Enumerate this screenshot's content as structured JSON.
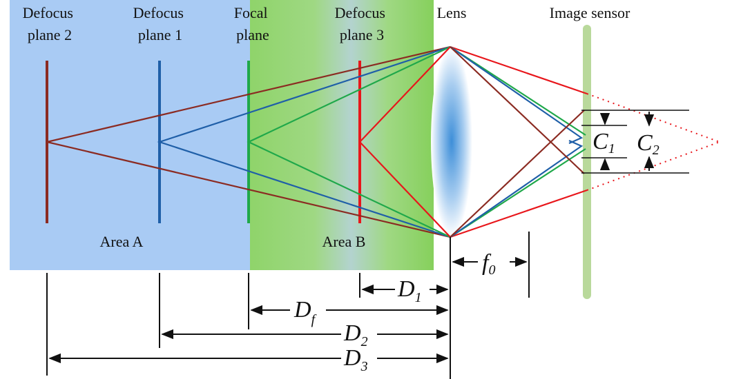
{
  "labels": {
    "defocus_plane_2": [
      "Defocus",
      "plane 2"
    ],
    "defocus_plane_1": [
      "Defocus",
      "plane 1"
    ],
    "focal_plane": [
      "Focal",
      "plane"
    ],
    "defocus_plane_3": [
      "Defocus",
      "plane 3"
    ],
    "lens": "Lens",
    "image_sensor": "Image sensor",
    "area_a": "Area A",
    "area_b": "Area B"
  },
  "dimensions": {
    "f0": {
      "main": "f",
      "sub": "0"
    },
    "d1": {
      "main": "D",
      "sub": "1"
    },
    "df": {
      "main": "D",
      "sub": "f"
    },
    "d2": {
      "main": "D",
      "sub": "2"
    },
    "d3": {
      "main": "D",
      "sub": "3"
    },
    "c1": {
      "main": "C",
      "sub": "1"
    },
    "c2": {
      "main": "C",
      "sub": "2"
    }
  },
  "colors": {
    "defocus_plane_2": "#8b2b22",
    "defocus_plane_1": "#1f5fa8",
    "focal_plane": "#1fa84a",
    "defocus_plane_3": "#e8161b",
    "area_a": "#a9cbf4",
    "area_b": "#8fd46a",
    "sensor": "#b9d99b"
  }
}
